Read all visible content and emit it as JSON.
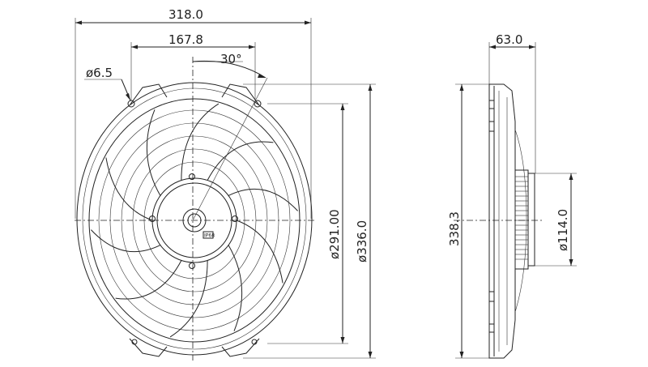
{
  "colors": {
    "line": "#222222",
    "background": "#ffffff"
  },
  "front_view": {
    "dims": {
      "overall_width": "318.0",
      "mount_spacing": "167.8",
      "angle": "30°",
      "hole_diameter": "ø6.5",
      "inner_diameter": "ø291.00",
      "outer_diameter": "ø336.0"
    },
    "label_badge": "IP68"
  },
  "side_view": {
    "dims": {
      "depth": "63.0",
      "height": "338.3",
      "motor_diameter": "ø114.0"
    }
  }
}
